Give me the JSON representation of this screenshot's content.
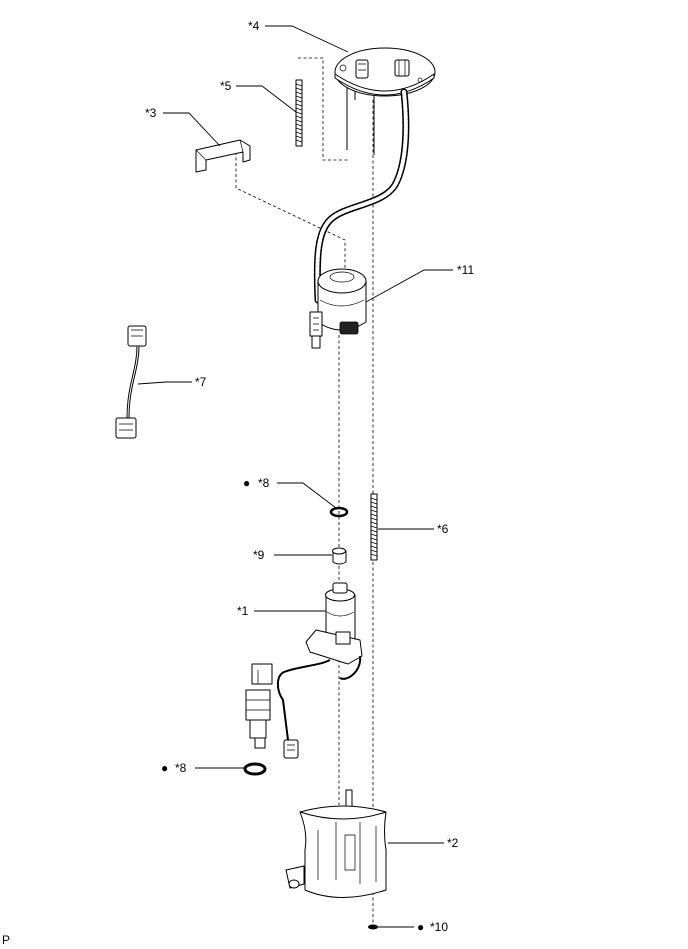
{
  "callouts": {
    "c1": "*1",
    "c2": "*2",
    "c3": "*3",
    "c4": "*4",
    "c5": "*5",
    "c6": "*6",
    "c7": "*7",
    "c8a": "*8",
    "c8b": "*8",
    "c9": "*9",
    "c10": "*10",
    "c11": "*11"
  },
  "corner_code": "P",
  "bullet_glyph": "●"
}
